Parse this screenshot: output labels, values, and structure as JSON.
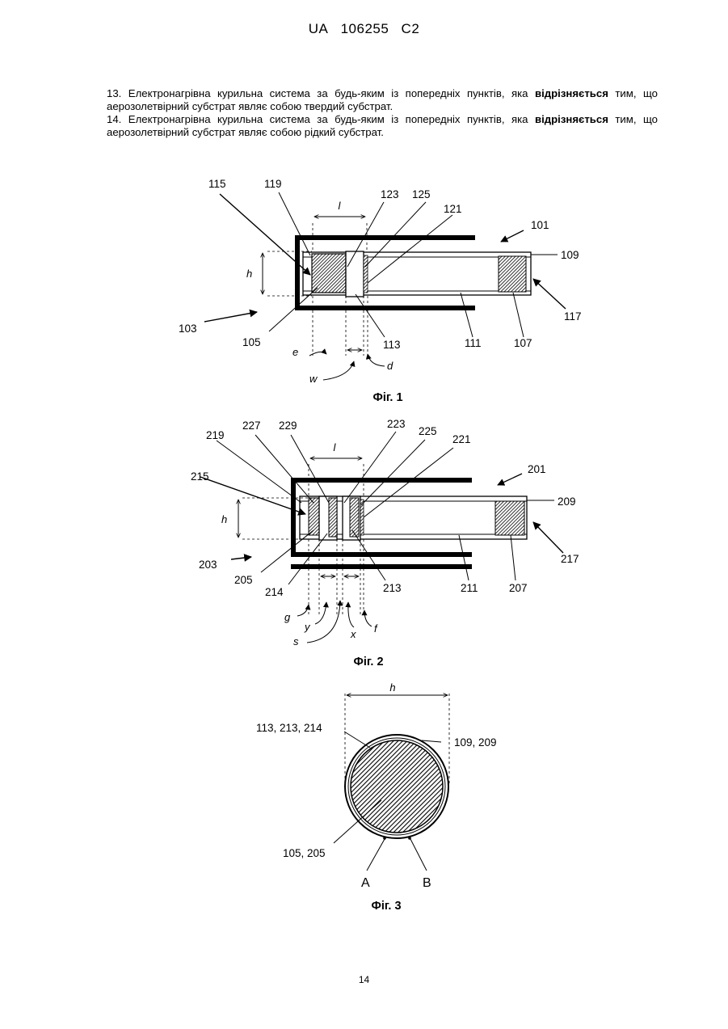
{
  "header": {
    "country": "UA",
    "number": "106255",
    "kind": "C2"
  },
  "claims": [
    {
      "lead": "13. Електронагрівна курильна система за будь-яким із попередніх пунктів, яка",
      "bold": "відрізняється",
      "rest": "тим, що аерозолетвірний субстрат являє собою твердий субстрат."
    },
    {
      "lead": "14. Електронагрівна курильна система за будь-яким із попередніх пунктів, яка",
      "bold": "відрізняється",
      "rest": "тим, що аерозолетвірний субстрат являє собою рідкий субстрат."
    }
  ],
  "fig1": {
    "caption": "Фіг. 1",
    "labels": {
      "l115": "115",
      "l119": "119",
      "l123": "123",
      "l125": "125",
      "l121": "121",
      "l101": "101",
      "l109": "109",
      "l117": "117",
      "l103": "103",
      "l105": "105",
      "l113": "113",
      "l111": "111",
      "l107": "107"
    },
    "dims": {
      "l": "l",
      "h": "h",
      "e": "e",
      "w": "w",
      "d": "d"
    }
  },
  "fig2": {
    "caption": "Фіг. 2",
    "labels": {
      "l219": "219",
      "l227": "227",
      "l229": "229",
      "l223": "223",
      "l225": "225",
      "l221": "221",
      "l215": "215",
      "l201": "201",
      "l209": "209",
      "l217": "217",
      "l203": "203",
      "l205": "205",
      "l214": "214",
      "l213": "213",
      "l211": "211",
      "l207": "207"
    },
    "dims": {
      "l": "l",
      "h": "h",
      "g": "g",
      "y": "y",
      "s": "s",
      "x": "x",
      "f": "f"
    }
  },
  "fig3": {
    "caption": "Фіг. 3",
    "labels": {
      "l113": "113, 213, 214",
      "l109": "109, 209",
      "l105": "105, 205",
      "lA": "A",
      "lB": "B"
    },
    "dims": {
      "h": "h"
    }
  },
  "page_number": "14"
}
